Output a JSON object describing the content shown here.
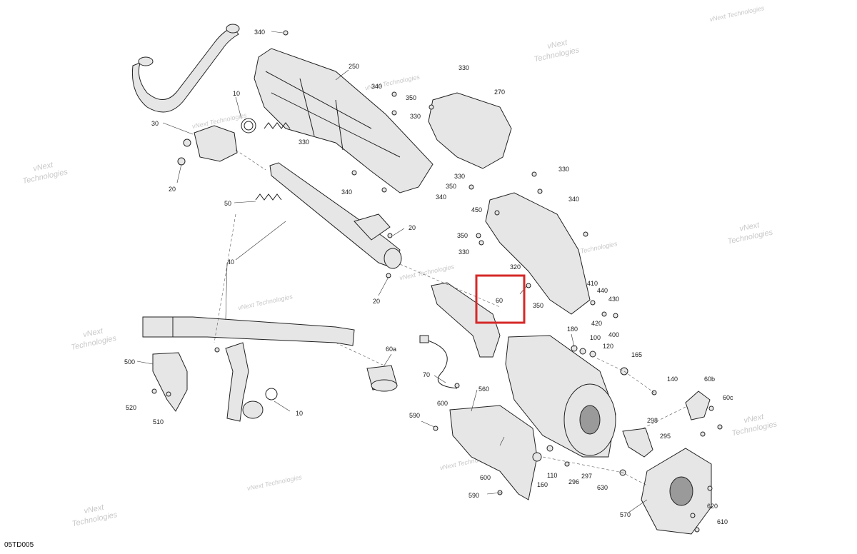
{
  "diagram": {
    "reference": "05TD005",
    "watermark": {
      "line1": "vNext",
      "line2": "Technologies",
      "inline": "vNext Technologies"
    },
    "highlight_color": "#d62828",
    "labels": [
      "340",
      "250",
      "330",
      "340",
      "350",
      "330",
      "270",
      "10",
      "330",
      "30",
      "20",
      "50",
      "20",
      "340",
      "330",
      "350",
      "340",
      "330",
      "340",
      "450",
      "350",
      "330",
      "40",
      "20",
      "320",
      "410",
      "440",
      "430",
      "350",
      "60",
      "420",
      "400",
      "180",
      "100",
      "120",
      "165",
      "60a",
      "500",
      "70",
      "560",
      "140",
      "60b",
      "60c",
      "520",
      "510",
      "10",
      "590",
      "600",
      "298",
      "295",
      "297",
      "296",
      "110",
      "160",
      "630",
      "600",
      "590",
      "570",
      "620",
      "610"
    ]
  }
}
